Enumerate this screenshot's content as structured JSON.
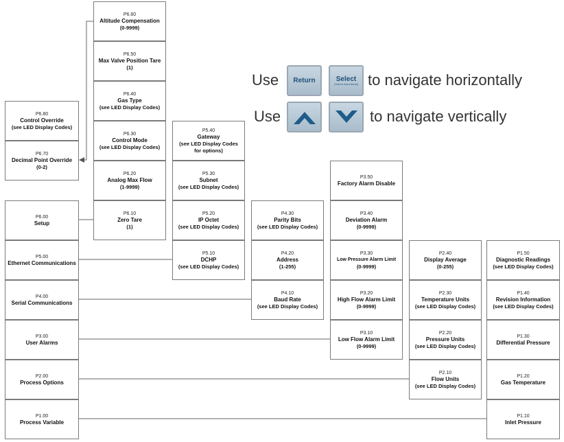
{
  "colors": {
    "box_border": "#7a7a7a",
    "connector": "#666666",
    "key_face": "#b9cad7",
    "key_text": "#1f4e79",
    "arrow_fill": "#1f5c8a"
  },
  "legend": {
    "use_1": "Use",
    "return_key": "Return",
    "select_key": "Select",
    "select_fine": "(Hold for Auto Interval)",
    "horizontal_text": "to navigate horizontally",
    "use_2": "Use",
    "up_key_icon": "up-arrow-icon",
    "down_key_icon": "down-arrow-icon",
    "vertical_text": "to navigate vertically"
  },
  "p6_left": {
    "p680": {
      "code": "P6.80",
      "title": "Control Override",
      "sub": "(see LED Display Codes)"
    },
    "p670": {
      "code": "P6.70",
      "title": "Decimal Point Override",
      "sub": "(0-2)"
    }
  },
  "main": {
    "p600": {
      "code": "P6.00",
      "title": "Setup"
    },
    "p500": {
      "code": "P5.00",
      "title": "Ethernet Communications"
    },
    "p400": {
      "code": "P4.00",
      "title": "Serial Communications"
    },
    "p300": {
      "code": "P3.00",
      "title": "User Alarms"
    },
    "p200": {
      "code": "P2.00",
      "title": "Process Options"
    },
    "p100": {
      "code": "P1.00",
      "title": "Process Variable"
    }
  },
  "p6": {
    "p660": {
      "code": "P6.60",
      "title": "Altitude Compensation",
      "sub": "(0-9999)"
    },
    "p650": {
      "code": "P6.50",
      "title": "Max Valve Position Tare",
      "sub": "(1)"
    },
    "p640": {
      "code": "P6.40",
      "title": "Gas Type",
      "sub": "(see LED Display Codes)"
    },
    "p630": {
      "code": "P6.30",
      "title": "Control Mode",
      "sub": "(see LED Display Codes)"
    },
    "p620": {
      "code": "P6.20",
      "title": "Analog Max Flow",
      "sub": "(1-9999)"
    },
    "p610": {
      "code": "P6.10",
      "title": "Zero Tare",
      "sub": "(1)"
    }
  },
  "p5": {
    "p540": {
      "code": "P5.40",
      "title": "Gateway",
      "sub": "(see LED Display Codes",
      "sub2": "for options)"
    },
    "p530": {
      "code": "P5.30",
      "title": "Subnet",
      "sub": "(see LED Display Codes)"
    },
    "p520": {
      "code": "P5.20",
      "title": "IP Octet",
      "sub": "(see LED Display Codes)"
    },
    "p510": {
      "code": "P5.10",
      "title": "DCHP",
      "sub": "(see LED Display Codes)"
    }
  },
  "p4": {
    "p430": {
      "code": "P4.30",
      "title": "Parity Bits",
      "sub": "(see LED Display Codes)"
    },
    "p420": {
      "code": "P4.20",
      "title": "Address",
      "sub": "(1-255)"
    },
    "p410": {
      "code": "P4.10",
      "title": "Baud Rate",
      "sub": "(see LED Display Codes)"
    }
  },
  "p3": {
    "p350": {
      "code": "P3.50",
      "title": "Factory Alarm Disable"
    },
    "p340": {
      "code": "P3.40",
      "title": "Deviation Alarm",
      "sub": "(0-9999)"
    },
    "p330": {
      "code": "P3.30",
      "title": "Low Pressure Alarm Limit",
      "sub": "(0-9999)"
    },
    "p320": {
      "code": "P3.20",
      "title": "High Flow Alarm Limit",
      "sub": "(0-9999)"
    },
    "p310": {
      "code": "P3.10",
      "title": "Low Flow Alarm Limit",
      "sub": "(0-9999)"
    }
  },
  "p2": {
    "p240": {
      "code": "P2.40",
      "title": "Display Average",
      "sub": "(0-255)"
    },
    "p230": {
      "code": "P2.30",
      "title": "Temperature Units",
      "sub": "(see LED Display Codes)"
    },
    "p220": {
      "code": "P2.20",
      "title": "Pressure Units",
      "sub": "(see LED Display Codes)"
    },
    "p210": {
      "code": "P2.10",
      "title": "Flow Units",
      "sub": "(see LED Display Codes)"
    }
  },
  "p1": {
    "p150": {
      "code": "P1.50",
      "title": "Diagnostic Readings",
      "sub": "(see LED Display Codes)"
    },
    "p140": {
      "code": "P1.40",
      "title": "Revision Information",
      "sub": "(see LED Display Codes)"
    },
    "p130": {
      "code": "P1.30",
      "title": "Differential Pressure"
    },
    "p120": {
      "code": "P1.20",
      "title": "Gas Temperature"
    },
    "p110": {
      "code": "P1.10",
      "title": "Inlet Pressure"
    }
  }
}
